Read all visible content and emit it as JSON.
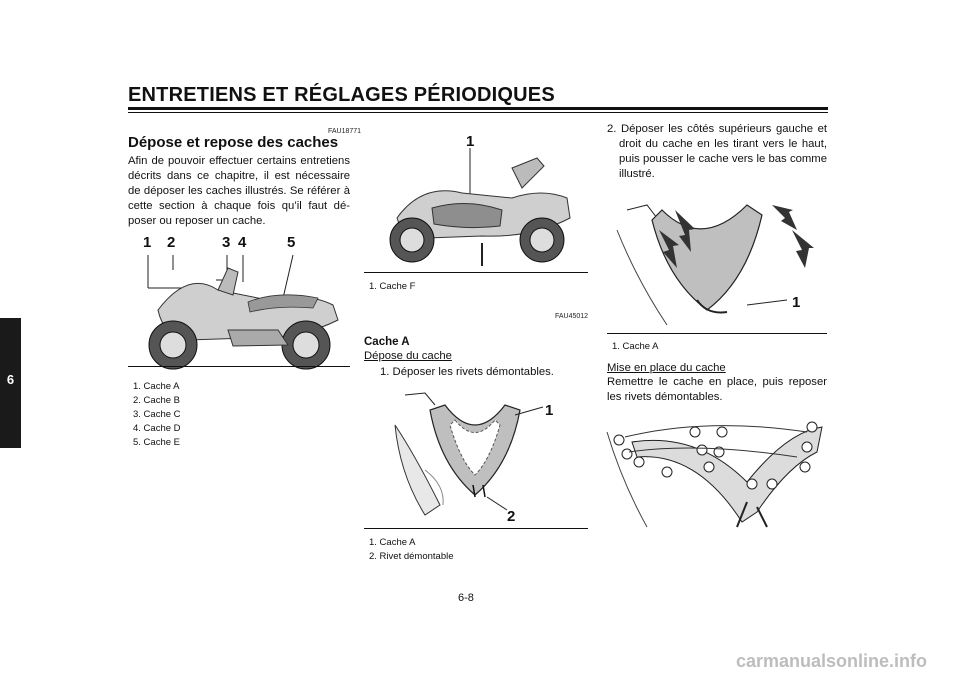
{
  "header": {
    "title": "ENTRETIENS ET RÉGLAGES PÉRIODIQUES"
  },
  "chapter_tab": "6",
  "left": {
    "code": "FAU18771",
    "heading": "Dépose et repose des caches",
    "paragraph": "Afin de pouvoir effectuer certains entretiens décrits dans ce chapitre, il est nécessaire de déposer les caches illustrés. Se référer à cette section à chaque fois qu’il faut dé-poser ou reposer un cache.",
    "callouts": [
      "1",
      "2",
      "3",
      "4",
      "5"
    ],
    "captions": [
      "1. Cache A",
      "2. Cache B",
      "3. Cache C",
      "4. Cache D",
      "5. Cache E"
    ]
  },
  "middle": {
    "fig1_callout": "1",
    "fig1_caption": "1. Cache F",
    "code": "FAU45012",
    "heading": "Cache A",
    "subheading": "Dépose du cache",
    "step1": "1. Déposer les rivets démontables.",
    "fig2_callouts": [
      "1",
      "2"
    ],
    "fig2_captions": [
      "1. Cache A",
      "2. Rivet démontable"
    ]
  },
  "right": {
    "step2": "2. Déposer les côtés supérieurs gauche et droit du cache en les tirant vers le haut, puis pousser le cache vers le bas comme illustré.",
    "fig_callout": "1",
    "fig_caption": "1. Cache A",
    "subheading": "Mise en place du cache",
    "paragraph": "Remettre le cache en place, puis reposer les rivets démontables."
  },
  "footer": {
    "page_number": "6-8"
  },
  "watermark": "carmanualsonline.info"
}
